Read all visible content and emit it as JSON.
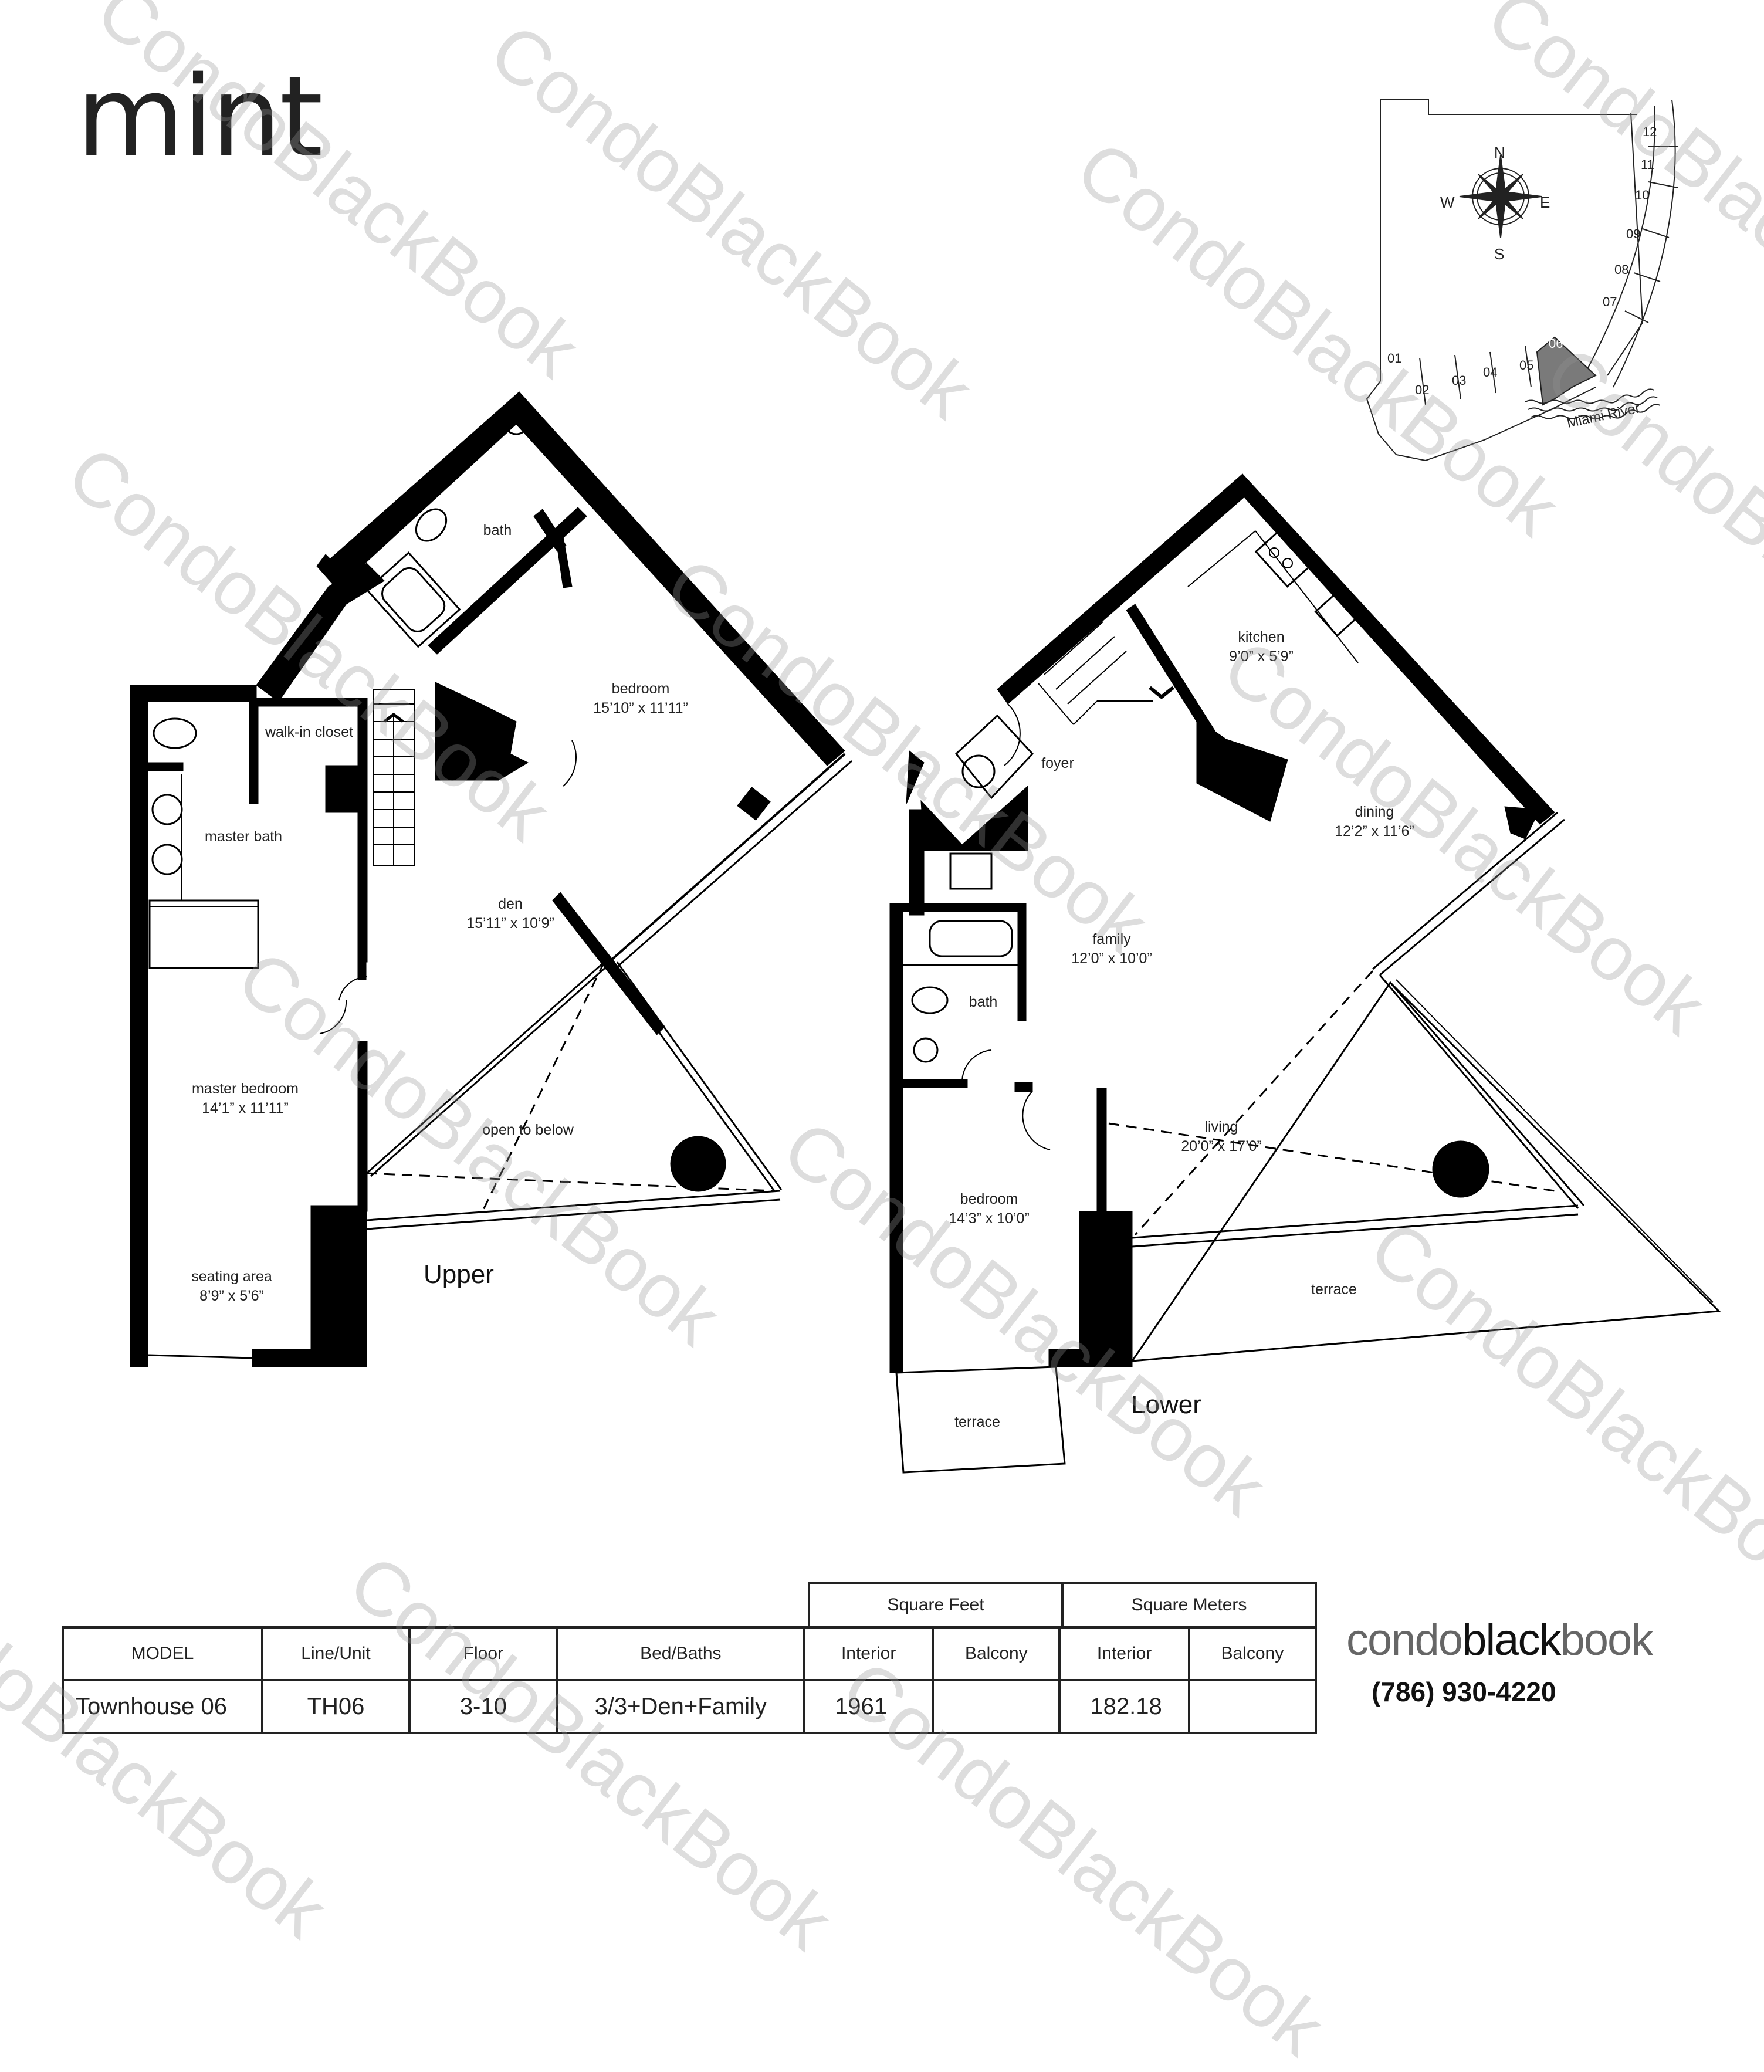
{
  "brand": {
    "building_logo": "mint",
    "agency_logo": {
      "part1": "condo",
      "part2": "black",
      "part3": "book"
    },
    "phone": "(786) 930-4220",
    "watermark": "CondoBlackBook"
  },
  "key_plan": {
    "compass": {
      "n": "N",
      "s": "S",
      "e": "E",
      "w": "W"
    },
    "units": [
      "01",
      "02",
      "03",
      "04",
      "05",
      "06",
      "07",
      "08",
      "09",
      "10",
      "11",
      "12"
    ],
    "highlighted_unit": "06",
    "river_label": "Miami River",
    "highlight_color": "#7a7a7a"
  },
  "upper_floor": {
    "level_label": "Upper",
    "rooms": [
      {
        "name": "bath",
        "dims": ""
      },
      {
        "name": "bedroom",
        "dims": "15’10” x 11’11”"
      },
      {
        "name": "walk-in closet",
        "dims": ""
      },
      {
        "name": "master bath",
        "dims": ""
      },
      {
        "name": "den",
        "dims": "15’11” x 10’9”"
      },
      {
        "name": "master bedroom",
        "dims": "14’1” x 11’11”"
      },
      {
        "name": "open to below",
        "dims": ""
      },
      {
        "name": "seating area",
        "dims": "8’9” x 5’6”"
      }
    ]
  },
  "lower_floor": {
    "level_label": "Lower",
    "rooms": [
      {
        "name": "kitchen",
        "dims": "9’0” x 5’9”"
      },
      {
        "name": "foyer",
        "dims": ""
      },
      {
        "name": "dining",
        "dims": "12’2” x 11’6”"
      },
      {
        "name": "family",
        "dims": "12’0” x 10’0”"
      },
      {
        "name": "bath",
        "dims": ""
      },
      {
        "name": "living",
        "dims": "20’0” x 17’0”"
      },
      {
        "name": "bedroom",
        "dims": "14’3” x 10’0”"
      },
      {
        "name": "terrace",
        "dims": ""
      },
      {
        "name": "terrace",
        "dims": ""
      }
    ]
  },
  "spec_table": {
    "group_headers": {
      "sqft": "Square Feet",
      "sqm": "Square Meters"
    },
    "headers": [
      "MODEL",
      "Line/Unit",
      "Floor",
      "Bed/Baths",
      "Interior",
      "Balcony",
      "Interior",
      "Balcony"
    ],
    "row": [
      "Townhouse 06",
      "TH06",
      "3-10",
      "3/3+Den+Family",
      "1961",
      "",
      "182.18",
      ""
    ]
  }
}
